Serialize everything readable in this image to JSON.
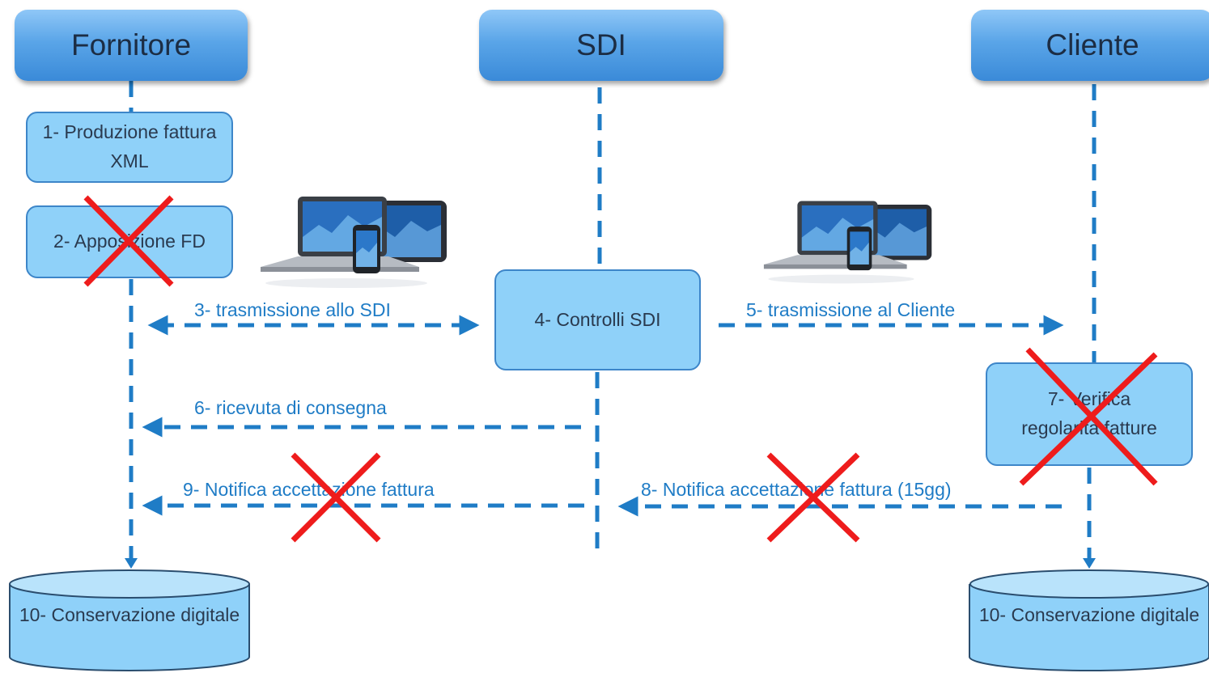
{
  "lanes": {
    "fornitore": "Fornitore",
    "sdi": "SDI",
    "cliente": "Cliente"
  },
  "steps": {
    "s1": "1- Produzione fattura XML",
    "s2": "2- Apposizione FD",
    "s3": "3- trasmissione allo SDI",
    "s4": "4- Controlli SDI",
    "s5": "5- trasmissione al Cliente",
    "s6": "6- ricevuta di consegna",
    "s7": "7- Verifica regolarità fatture",
    "s8": "8- Notifica accettazione fattura (15gg)",
    "s9": "9- Notifica accettazione fattura",
    "s10_left": "10- Conservazione digitale",
    "s10_right": "10- Conservazione digitale"
  },
  "colors": {
    "header": "#5aa5e8",
    "box_fill": "#8fd1f9",
    "dashed_line": "#1f7cc6",
    "cross": "#ee1c1c"
  },
  "icons": [
    "devices-icon",
    "devices-icon"
  ],
  "crossed_out": [
    "s2",
    "s7",
    "s8",
    "s9"
  ]
}
